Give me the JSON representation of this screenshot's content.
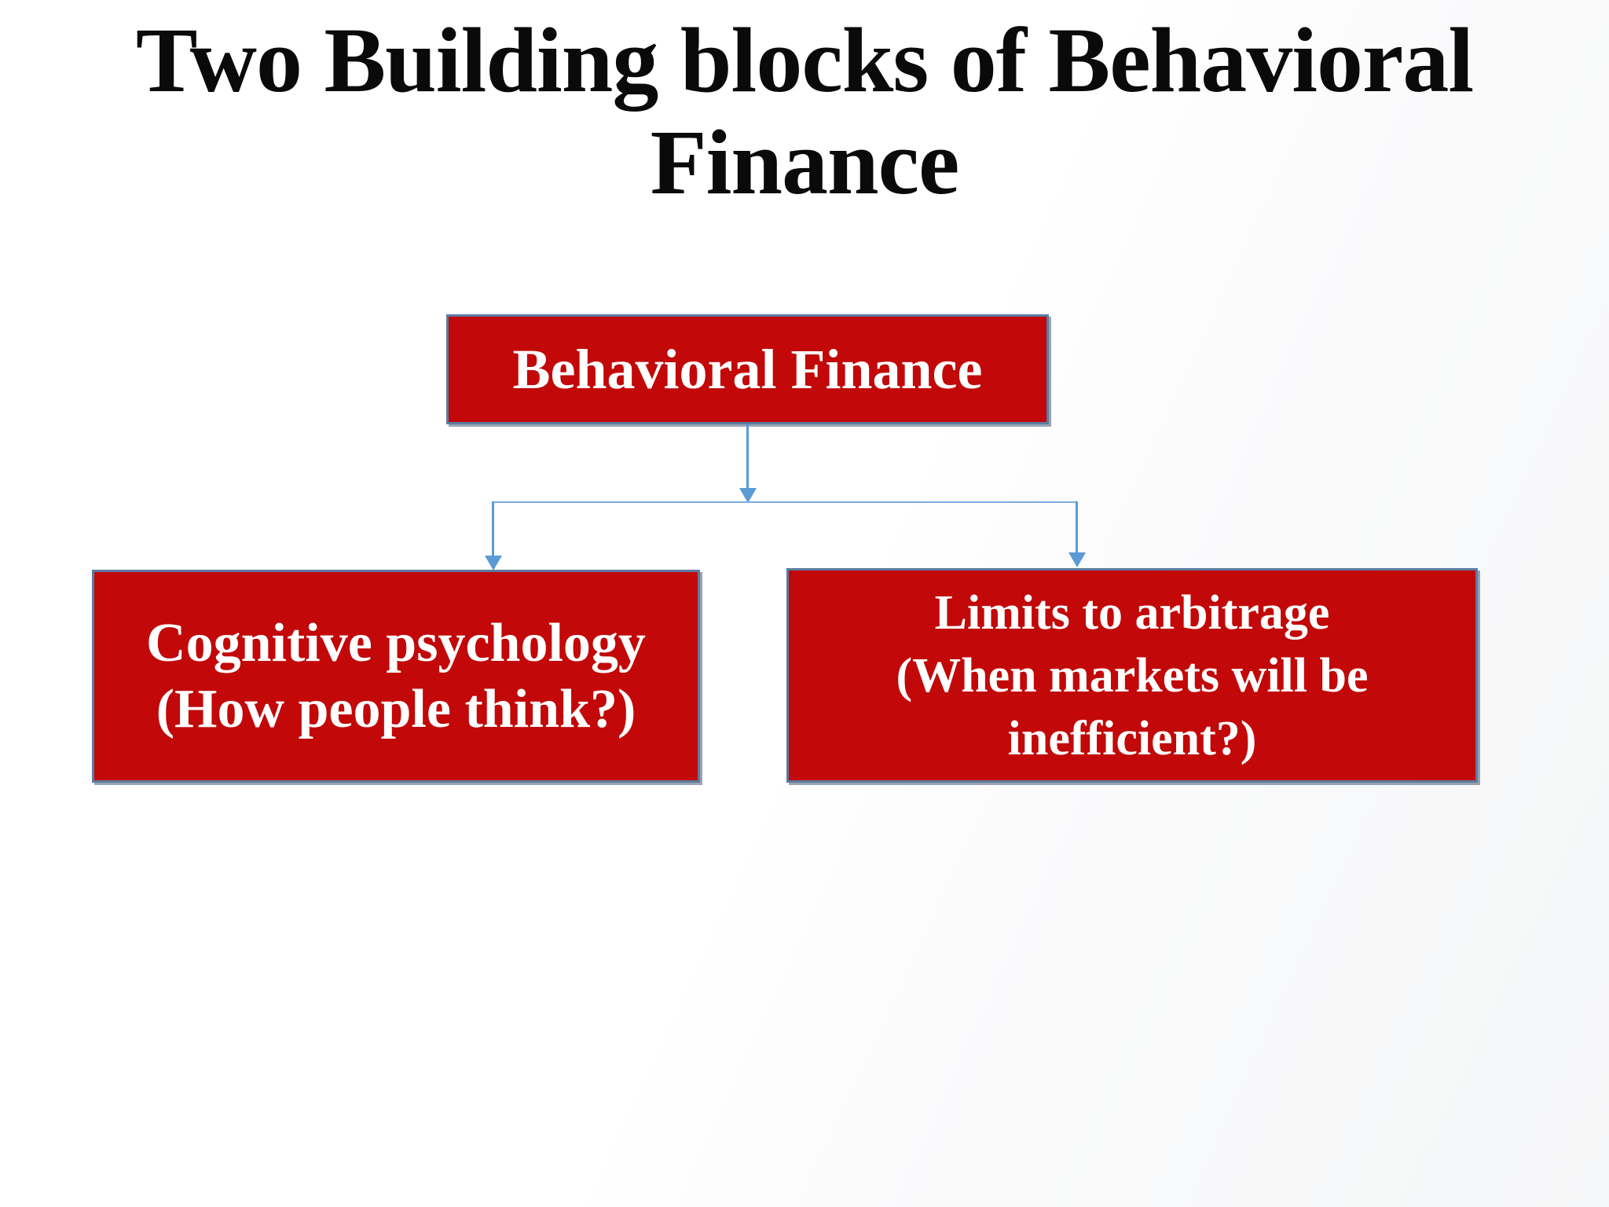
{
  "slide": {
    "title_lines": [
      "Two Building blocks of Behavioral",
      "Finance"
    ],
    "root_box": {
      "label": "Behavioral Finance"
    },
    "left_box": {
      "line1": "Cognitive psychology",
      "line2": "(How people think?)"
    },
    "right_box": {
      "line1": "Limits to arbitrage",
      "line2": "(When markets will be",
      "line3": "inefficient?)"
    },
    "colors": {
      "box_fill": "#c20808",
      "box_border": "#5b7ba1",
      "box_text": "#ffffff",
      "title_text": "#0a0a0a",
      "connector": "#5b9bd5",
      "connector_light": "#7fadde"
    }
  }
}
